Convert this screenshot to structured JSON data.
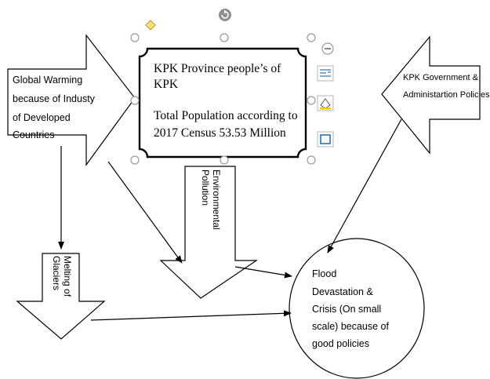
{
  "center_box": {
    "line1": "KPK Province people’s of",
    "line2": "KPK",
    "line3": "Total Population according to",
    "line4": "2017 Census 53.53 Million"
  },
  "left_arrow": {
    "line1": "Global Warming",
    "line2": "because of Industy",
    "line3": "of Developed",
    "line4": "Countries"
  },
  "right_arrow": {
    "line1": "KPK Government &",
    "line2": "Administartion Policies"
  },
  "pollution_arrow": {
    "line1": "Environmental",
    "line2": "Pollution"
  },
  "glaciers_arrow": {
    "line1": "Melting of",
    "line2": "Glaciers"
  },
  "flood_circle": {
    "line1": "Flood",
    "line2": "Devastation &",
    "line3": "Crisis (On small",
    "line4": "scale) because of",
    "line5": "good policies"
  },
  "colors": {
    "stroke": "#000000",
    "handle": "#9a9a9a",
    "adjust_handle": "#f5e27a",
    "tool_blue": "#2f6fb5"
  }
}
